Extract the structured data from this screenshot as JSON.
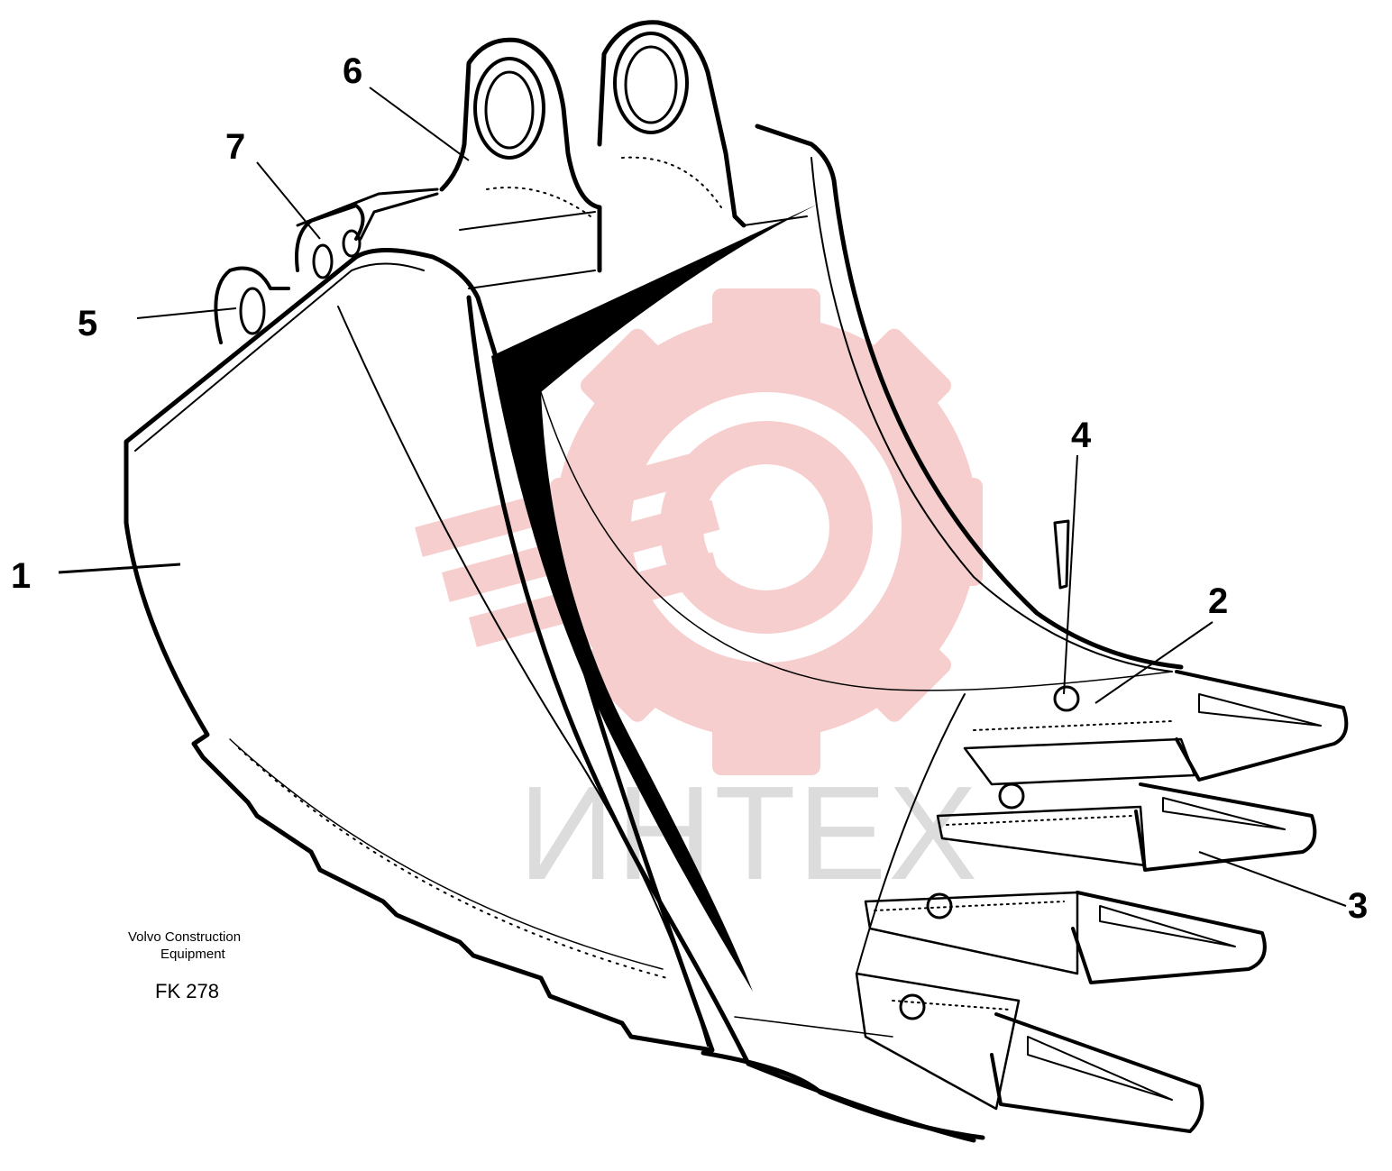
{
  "diagram": {
    "callouts": [
      {
        "id": "1",
        "label": "1"
      },
      {
        "id": "2",
        "label": "2"
      },
      {
        "id": "3",
        "label": "3"
      },
      {
        "id": "4",
        "label": "4"
      },
      {
        "id": "5",
        "label": "5"
      },
      {
        "id": "6",
        "label": "6"
      },
      {
        "id": "7",
        "label": "7"
      }
    ]
  },
  "caption": {
    "maker_line1": "Volvo Construction",
    "maker_line2": "Equipment",
    "figure_code": "FK 278"
  },
  "watermark": {
    "text": "ИНТЕХ",
    "gear_color": "#f6c9c9",
    "text_color": "#d8d8d8"
  }
}
